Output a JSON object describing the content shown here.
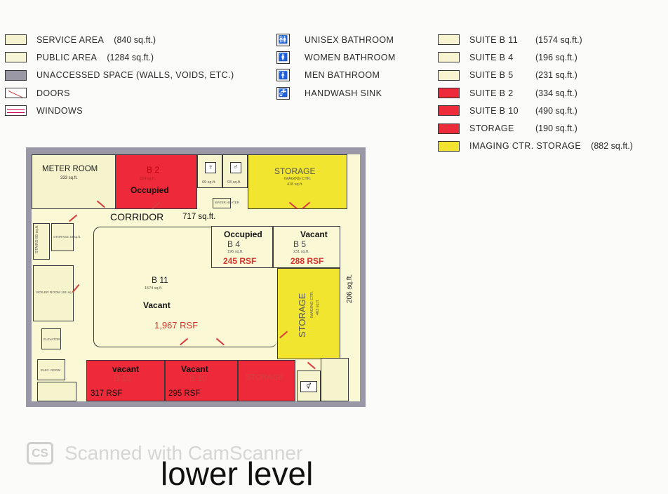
{
  "legend_left": [
    {
      "label": "SERVICE AREA",
      "area": "(840 sq.ft.)",
      "color": "#f4f2cf",
      "kind": "box"
    },
    {
      "label": "PUBLIC AREA",
      "area": "(1284 sq.ft.)",
      "color": "#f7f5d8",
      "kind": "box"
    },
    {
      "label": "UNACCESSED SPACE (WALLS, VOIDS, ETC.)",
      "area": "",
      "color": "#9b98a5",
      "kind": "box"
    },
    {
      "label": "DOORS",
      "area": "",
      "color": "#ffffff",
      "kind": "door"
    },
    {
      "label": "WINDOWS",
      "area": "",
      "color": "#ffffff",
      "kind": "window"
    }
  ],
  "legend_mid": [
    {
      "label": "UNISEX BATHROOM",
      "icon": "unisex-bathroom-icon",
      "glyph": "🚻"
    },
    {
      "label": "WOMEN BATHROOM",
      "icon": "women-bathroom-icon",
      "glyph": "🚺"
    },
    {
      "label": "MEN BATHROOM",
      "icon": "men-bathroom-icon",
      "glyph": "🚹"
    },
    {
      "label": "HANDWASH SINK",
      "icon": "handwash-sink-icon",
      "glyph": "🚰"
    }
  ],
  "legend_right": [
    {
      "label": "SUITE B 11",
      "area": "(1574 sq.ft.)",
      "color": "#f7f4cf"
    },
    {
      "label": "SUITE B 4",
      "area": "(196 sq.ft.)",
      "color": "#f7f4cf"
    },
    {
      "label": "SUITE B 5",
      "area": "(231 sq.ft.)",
      "color": "#f7f4cf"
    },
    {
      "label": "SUITE B 2",
      "area": "(334 sq.ft.)",
      "color": "#ee2b3b"
    },
    {
      "label": "SUITE B 10",
      "area": "(490 sq.ft.)",
      "color": "#ee2b3b"
    },
    {
      "label": "STORAGE",
      "area": "(190 sq.ft.)",
      "color": "#ee2b3b"
    },
    {
      "label": "IMAGING CTR. STORAGE",
      "area": "(882 sq.ft.)",
      "color": "#f3e330"
    }
  ],
  "plan": {
    "meter_room": {
      "name": "METER ROOM",
      "area": "333 sq.ft."
    },
    "b2": {
      "name": "B 2",
      "area": "334 sq.ft.",
      "status": "Occupied"
    },
    "bath1_area": "69 sq.ft.",
    "bath2_area": "93 sq.ft.",
    "water_label": "WATER HEATER",
    "storage_top": {
      "name": "STORAGE",
      "sub": "IMAGING CTR.",
      "area": "418 sq.ft."
    },
    "corridor": {
      "name": "CORRIDOR",
      "area": "717 sq.ft."
    },
    "b4": {
      "name": "B 4",
      "area": "196 sq.ft.",
      "status": "Occupied",
      "rsf": "245 RSF"
    },
    "b5": {
      "name": "B 5",
      "area": "231 sq.ft.",
      "status": "Vacant",
      "rsf": "288 RSF"
    },
    "b11": {
      "name": "B 11",
      "area": "1574 sq.ft.",
      "status": "Vacant",
      "rsf": "1,967 RSF"
    },
    "storage_right": {
      "name": "STORAGE",
      "sub": "IMAGING CTR.",
      "area": "463 sq.ft."
    },
    "side_area": "206 sq.ft.",
    "stairs_label": "STAIRS 85 sq.ft.",
    "storage_left_small": "STORAGE 18 sq.ft.",
    "boiler_room": "BOILER ROOM 191 sq.ft.",
    "elec": "ELEC. ROOM",
    "elevator": "ELEVATOR",
    "b10a": {
      "name": "B 10",
      "status": "vacant",
      "rsf": "317 RSF"
    },
    "b10b": {
      "name": "B 10",
      "status": "Vacant",
      "rsf": "295 RSF"
    },
    "storage_bottom": "STORAGE"
  },
  "watermark": {
    "logo": "CS",
    "text": "Scanned with CamScanner"
  },
  "level_title": "lower level"
}
